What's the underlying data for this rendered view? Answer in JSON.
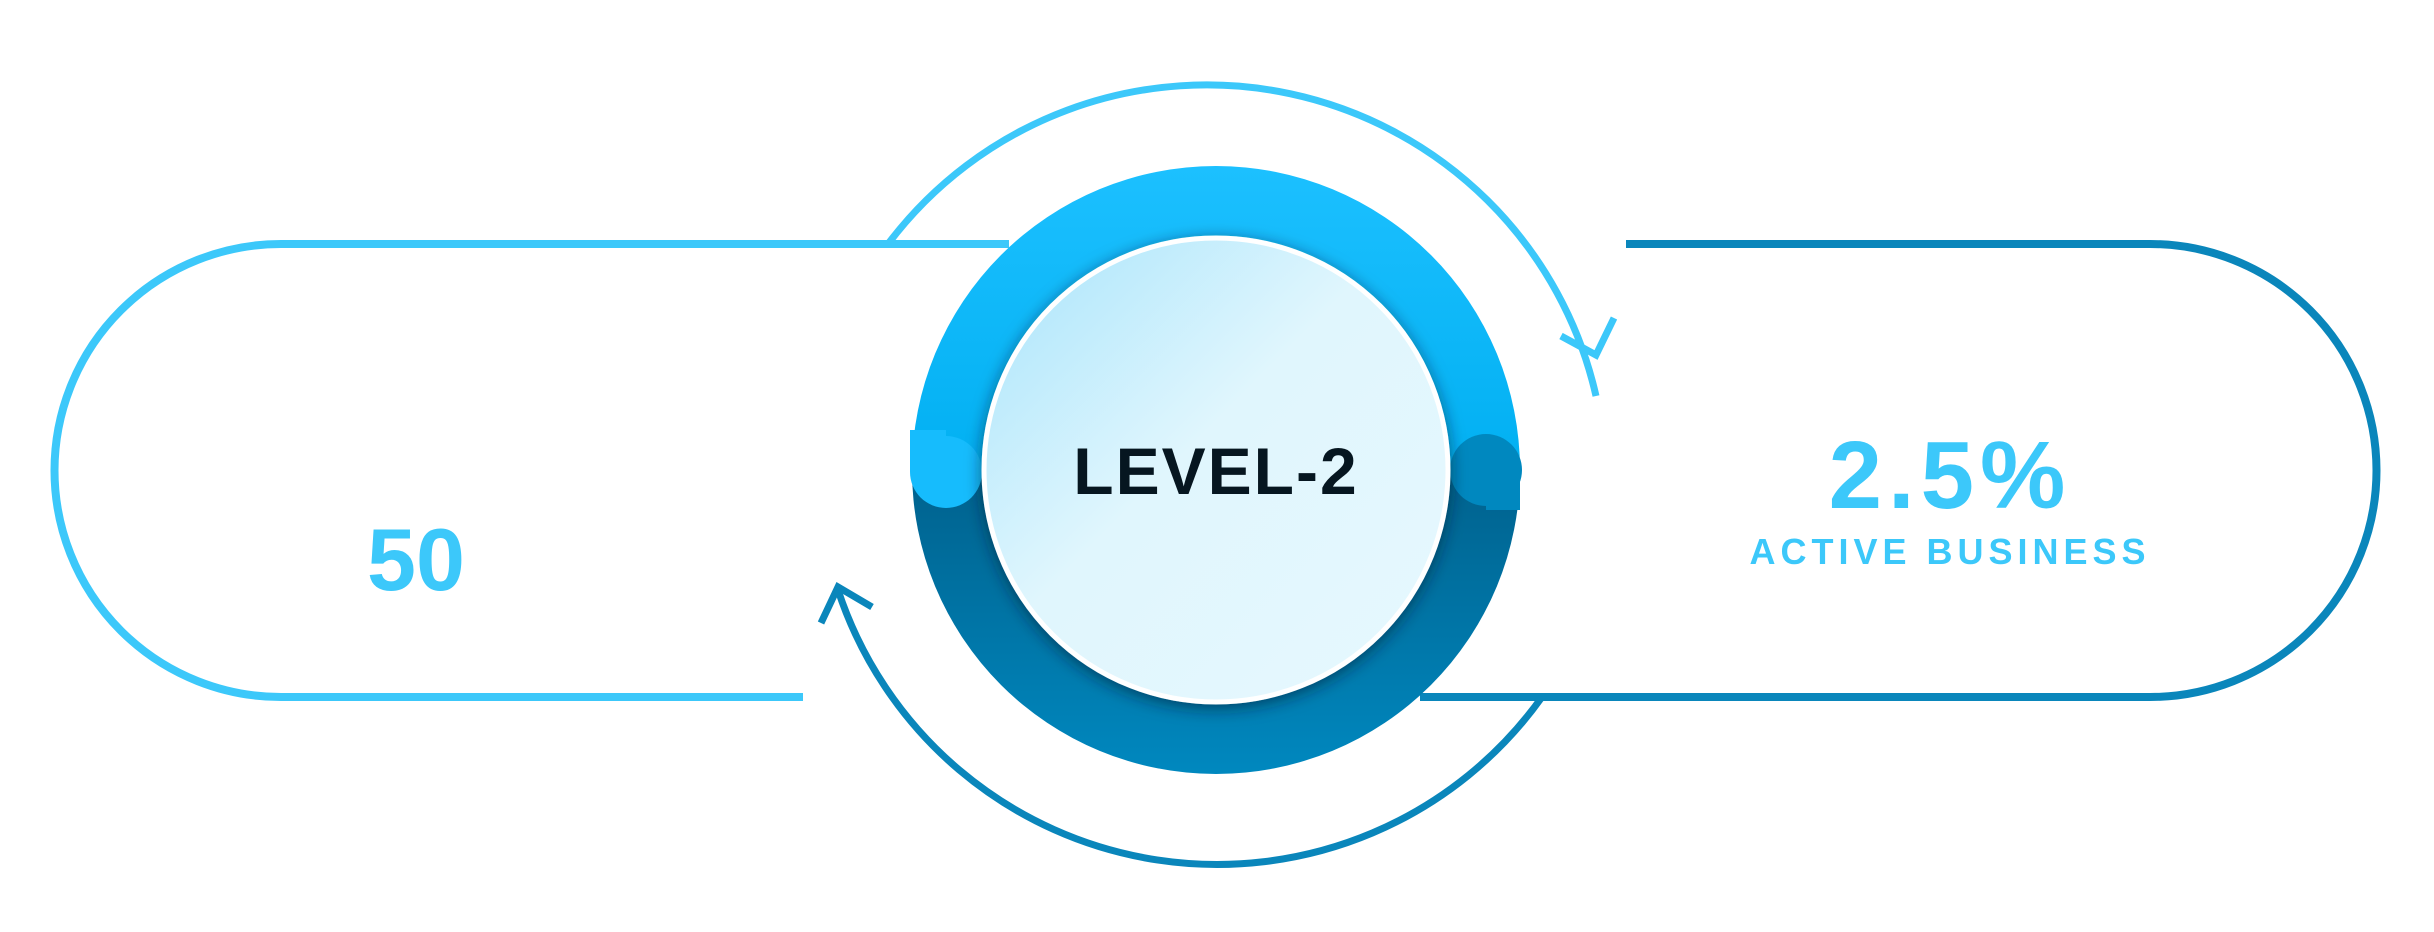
{
  "center": {
    "label": "LEVEL-2"
  },
  "left_stat": {
    "value": "50"
  },
  "right_stat": {
    "value": "2.5%",
    "caption": "ACTIVE BUSINESS"
  },
  "colors": {
    "light_blue": "#3cc8fa",
    "dark_blue": "#0a86bb",
    "ring_top": "#16bcfd",
    "ring_bottom": "#0078a8",
    "label_dark": "#061620"
  }
}
